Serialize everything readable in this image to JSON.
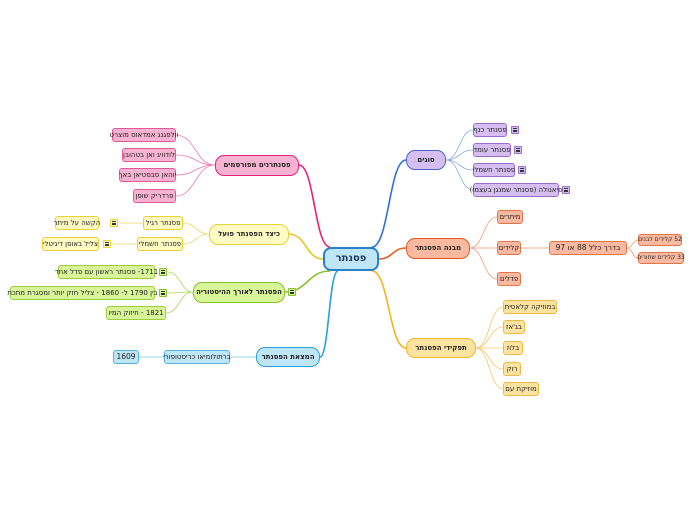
{
  "center": "פסנתר",
  "colors": {
    "purple": {
      "stroke": "#4a66c9",
      "fill": "#d6bff0",
      "border": "#9c6ccc",
      "line": "#2f6fd6"
    },
    "orange": {
      "stroke": "#e35a22",
      "fill": "#fab9a0",
      "border": "#e0764a",
      "line": "#e35a22"
    },
    "yellow": {
      "stroke": "#f4b42a",
      "fill": "#fde3a0",
      "border": "#efb948",
      "line": "#f2b31d"
    },
    "blue": {
      "stroke": "#2a9fd8",
      "fill": "#bfe6f7",
      "border": "#53b2e2",
      "line": "#2a9fd8"
    },
    "green": {
      "stroke": "#86c22a",
      "fill": "#d9f59a",
      "border": "#9ccd3e",
      "line": "#86c22a"
    },
    "lightyellow": {
      "stroke": "#e8d13a",
      "fill": "#fffbc2",
      "border": "#e8d13a",
      "line": "#e3c92a"
    },
    "pink": {
      "stroke": "#e2207a",
      "fill": "#f9b3d2",
      "border": "#e05a98",
      "line": "#e2207a"
    }
  },
  "branches": {
    "types": {
      "label": "סוגים",
      "children": [
        "פסנתר כנף",
        "פסנתר עומד",
        "פסנתר חשמלי",
        "פיאנולה (פסנתר שמנגן בעצמו)"
      ]
    },
    "structure": {
      "label": "מבנה הפסנתר",
      "children": [
        "מיתרים",
        "קלידים",
        "פדלים"
      ],
      "keys_detail": "בדרך כלל 88 או 97",
      "keys_sub": [
        "52 קלידים לבנים",
        "33 קלידים שחורים"
      ]
    },
    "roles": {
      "label": "תפקידי הפסנתר",
      "children": [
        "במוזיקה קלאסית",
        "בג'אז",
        "בלוז",
        "רוק",
        "מוזיקת עם"
      ]
    },
    "invention": {
      "label": "המצאת הפסנתר",
      "child": "ברתולומיאו כריסטופורי",
      "year": "1609"
    },
    "history": {
      "label": "הפסנתר לאורך ההיסטוריה",
      "children": [
        "1711- פסנתר ראשון עם פדל אחד",
        "בין 1790 ל- 1860 - צליל חזק יותר ומסגרת מתכת",
        "1821 - חיזוק המיו"
      ]
    },
    "how": {
      "label": "כיצד הפסנתר פועל",
      "children": [
        "פסנתר רגיל",
        "פסנתר חשמלי"
      ],
      "details": [
        "הקשה על מיתר",
        "צליל באופן דיגיטלי"
      ]
    },
    "famous": {
      "label": "פסנתרנים מפורסמים",
      "children": [
        "וולפגנג אמדאוס מוצרט",
        "לודוויג ואן בטהובן",
        "יוהאן סבסטיאן באך",
        "פרדריק שופן"
      ]
    }
  }
}
